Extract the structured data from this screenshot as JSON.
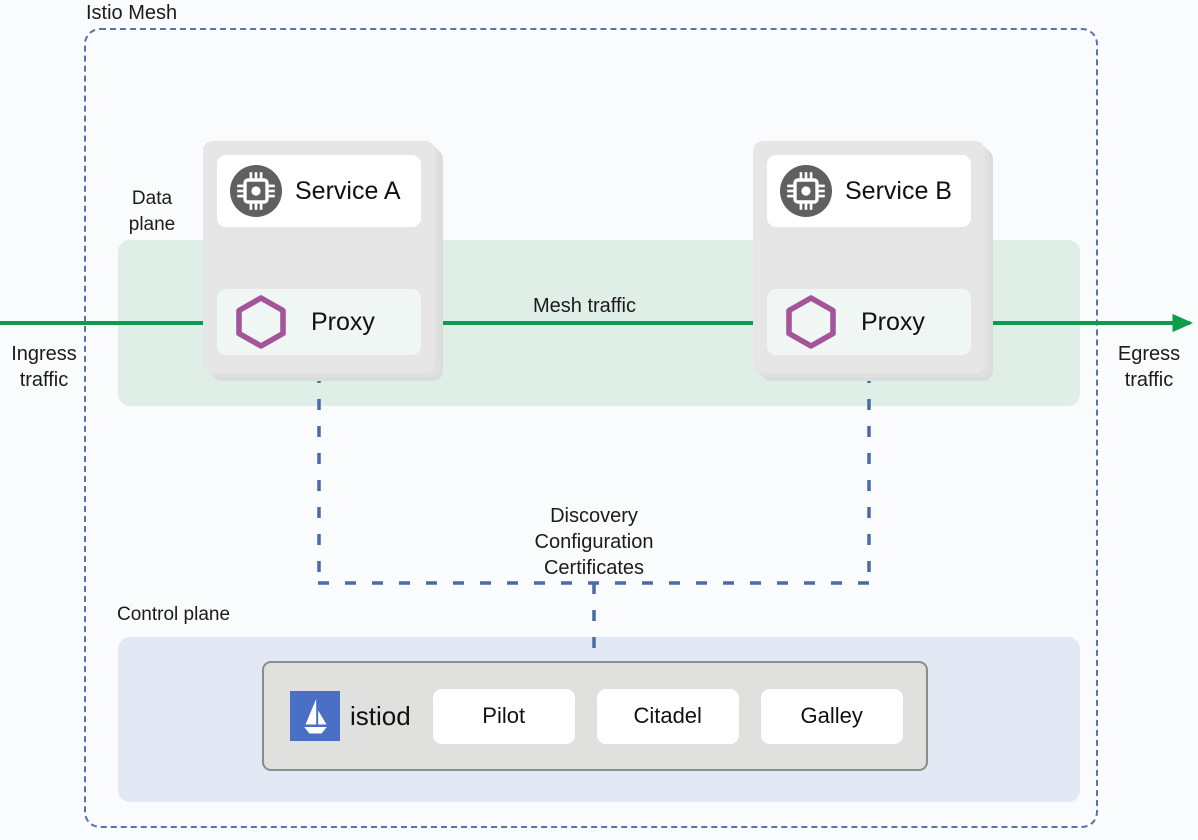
{
  "diagram": {
    "title": "Istio Mesh",
    "mesh_label": "Istio Mesh",
    "boundary_color": "#5774ab"
  },
  "planes": {
    "data_plane": {
      "label": "Data\nplane",
      "label_line1": "Data",
      "label_line2": "plane",
      "band_color": "#dfeee7"
    },
    "control_plane": {
      "label": "Control plane",
      "band_color": "#e3e8f5"
    }
  },
  "pods": [
    {
      "service_name": "Service A",
      "service_icon": "microchip-icon",
      "proxy_name": "Proxy",
      "proxy_icon": "hexagon-envoy-icon"
    },
    {
      "service_name": "Service B",
      "service_icon": "microchip-icon",
      "proxy_name": "Proxy",
      "proxy_icon": "hexagon-envoy-icon"
    }
  ],
  "traffic": {
    "ingress_label": "Ingress\ntraffic",
    "ingress_line1": "Ingress",
    "ingress_line2": "traffic",
    "egress_label": "Egress\ntraffic",
    "egress_line1": "Egress",
    "egress_line2": "traffic",
    "mesh_label": "Mesh traffic",
    "arrow_color": "#0d9b4c"
  },
  "control_channel": {
    "line1": "Discovery",
    "line2": "Configuration",
    "line3": "Certificates",
    "line_color": "#4a6aa8"
  },
  "istiod": {
    "name": "istiod",
    "logo_icon": "istio-sailboat-logo",
    "logo_color": "#4a6fc4",
    "components": [
      {
        "label": "Pilot"
      },
      {
        "label": "Citadel"
      },
      {
        "label": "Galley"
      }
    ]
  },
  "colors": {
    "green_arrow": "#0d9b4c",
    "purple_hex": "#a3559b",
    "gray_icon": "#606060",
    "blue_dash": "#4a6aa8",
    "page_bg": "#fafbfd"
  }
}
